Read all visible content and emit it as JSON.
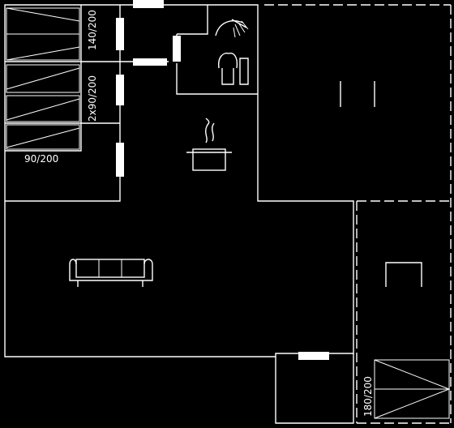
{
  "labels": {
    "bed_double_left": "140/200",
    "bed_bunk_left": "2x90/200",
    "bed_single_left": "90/200",
    "bed_double_right": "180/200"
  },
  "icons": [
    "bed-icon",
    "toilet-icon",
    "shower-icon",
    "cooking-pot-icon",
    "sofa-icon",
    "table-icon"
  ],
  "colors": {
    "background": "#000000",
    "lines": "#ffffff"
  }
}
